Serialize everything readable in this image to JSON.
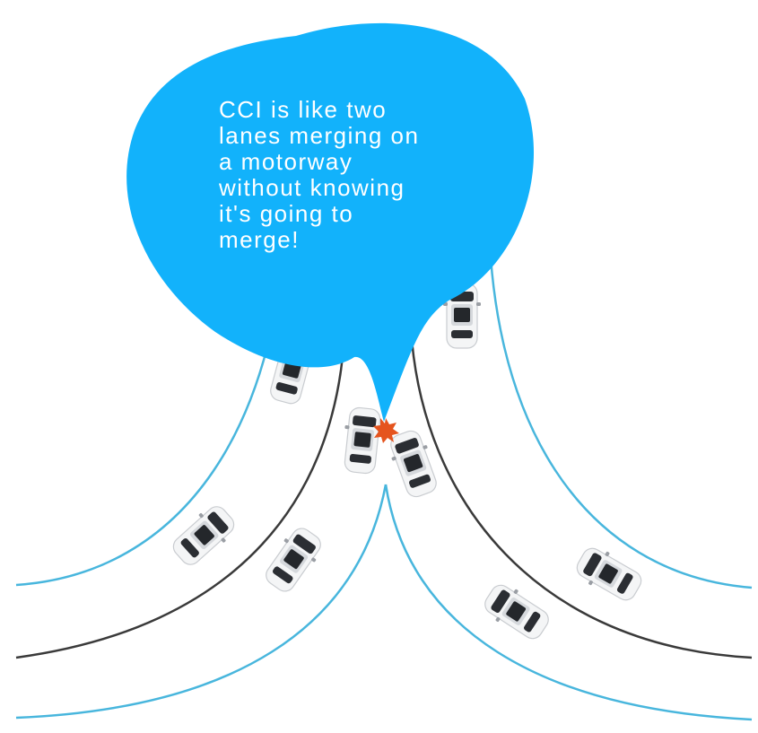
{
  "bubble": {
    "lines": [
      "CCI is like two",
      "lanes merging on",
      "a motorway",
      "without knowing",
      "it's going to",
      "merge!"
    ]
  },
  "colors": {
    "bubble": "#12b2fb",
    "lane_outer": "#48b6dd",
    "lane_inner": "#3a3a3a",
    "car_body": "#f4f5f6",
    "car_glass": "#2b2e33",
    "collision": "#e5541e"
  },
  "icons": {
    "car": "car-icon",
    "collision": "collision-icon"
  }
}
